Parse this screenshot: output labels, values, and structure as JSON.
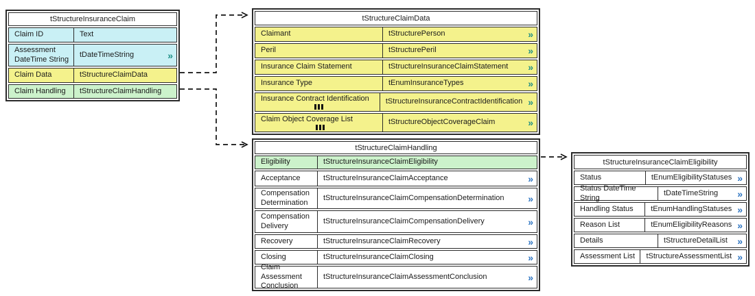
{
  "colors": {
    "row-cyan": "#c9f0f5",
    "row-yellow": "#f4f28c",
    "row-green": "#ccf2cb",
    "border": "#2a2a2a",
    "chevron-teal": "#1d8f85",
    "chevron-blue": "#2a72c0"
  },
  "icons": {
    "chevron": "»"
  },
  "tables": [
    {
      "title": "tStructureInsuranceClaim",
      "rows": [
        {
          "label": "Claim ID",
          "type": "Text",
          "bg": "cyan",
          "chevron": false,
          "list": false
        },
        {
          "label": "Assessment DateTime String",
          "type": "tDateTimeString",
          "bg": "cyan",
          "chevron": true,
          "list": false
        },
        {
          "label": "Claim Data",
          "type": "tStructureClaimData",
          "bg": "yellow",
          "chevron": false,
          "list": false
        },
        {
          "label": "Claim Handling",
          "type": "tStructureClaimHandling",
          "bg": "green",
          "chevron": false,
          "list": false
        }
      ]
    },
    {
      "title": "tStructureClaimData",
      "rows": [
        {
          "label": "Claimant",
          "type": "tStructurePerson",
          "bg": "yellow",
          "chevron": true,
          "list": false
        },
        {
          "label": "Peril",
          "type": "tStructurePeril",
          "bg": "yellow",
          "chevron": true,
          "list": false
        },
        {
          "label": "Insurance Claim Statement",
          "type": "tStructureInsuranceClaimStatement",
          "bg": "yellow",
          "chevron": true,
          "list": false
        },
        {
          "label": "Insurance Type",
          "type": "tEnumInsuranceTypes",
          "bg": "yellow",
          "chevron": true,
          "list": false
        },
        {
          "label": "Insurance Contract Identification",
          "type": "tStructureInsuranceContractIdentification",
          "bg": "yellow",
          "chevron": true,
          "list": true
        },
        {
          "label": "Claim Object Coverage List",
          "type": "tStructureObjectCoverageClaim",
          "bg": "yellow",
          "chevron": true,
          "list": true
        }
      ]
    },
    {
      "title": "tStructureClaimHandling",
      "rows": [
        {
          "label": "Eligibility",
          "type": "tStructureInsuranceClaimEligibility",
          "bg": "green",
          "chevron": false,
          "list": false
        },
        {
          "label": "Acceptance",
          "type": "tStructureInsuranceClaimAcceptance",
          "bg": "white",
          "chevron": true,
          "list": false
        },
        {
          "label": "Compensation Determination",
          "type": "tStructureInsuranceClaimCompensationDetermination",
          "bg": "white",
          "chevron": true,
          "list": false
        },
        {
          "label": "Compensation Delivery",
          "type": "tStructureInsuranceClaimCompensationDelivery",
          "bg": "white",
          "chevron": true,
          "list": false
        },
        {
          "label": "Recovery",
          "type": "tStructureInsuranceClaimRecovery",
          "bg": "white",
          "chevron": true,
          "list": false
        },
        {
          "label": "Closing",
          "type": "tStructureInsuranceClaimClosing",
          "bg": "white",
          "chevron": true,
          "list": false
        },
        {
          "label": "Claim Assessment Conclusion",
          "type": "tStructureInsuranceClaimAssessmentConclusion",
          "bg": "white",
          "chevron": true,
          "list": false
        }
      ]
    },
    {
      "title": "tStructureInsuranceClaimEligibility",
      "rows": [
        {
          "label": "Status",
          "type": "tEnumEligibilityStatuses",
          "bg": "white",
          "chevron": true,
          "list": false
        },
        {
          "label": "Status DateTime String",
          "type": "tDateTimeString",
          "bg": "white",
          "chevron": true,
          "list": false
        },
        {
          "label": "Handling Status",
          "type": "tEnumHandlingStatuses",
          "bg": "white",
          "chevron": true,
          "list": false
        },
        {
          "label": "Reason List",
          "type": "tEnumEligibilityReasons",
          "bg": "white",
          "chevron": true,
          "list": false
        },
        {
          "label": "Details",
          "type": "tStructureDetailList",
          "bg": "white",
          "chevron": true,
          "list": false
        },
        {
          "label": "Assessment List",
          "type": "tStructureAssessmentList",
          "bg": "white",
          "chevron": true,
          "list": false
        }
      ]
    }
  ],
  "connections": [
    {
      "from": "tStructureInsuranceClaim.Claim Data",
      "to": "tStructureClaimData",
      "style": "dashed-arrow"
    },
    {
      "from": "tStructureInsuranceClaim.Claim Handling",
      "to": "tStructureClaimHandling",
      "style": "dashed-arrow"
    },
    {
      "from": "tStructureClaimHandling.Eligibility",
      "to": "tStructureInsuranceClaimEligibility",
      "style": "dashed-arrow"
    }
  ]
}
